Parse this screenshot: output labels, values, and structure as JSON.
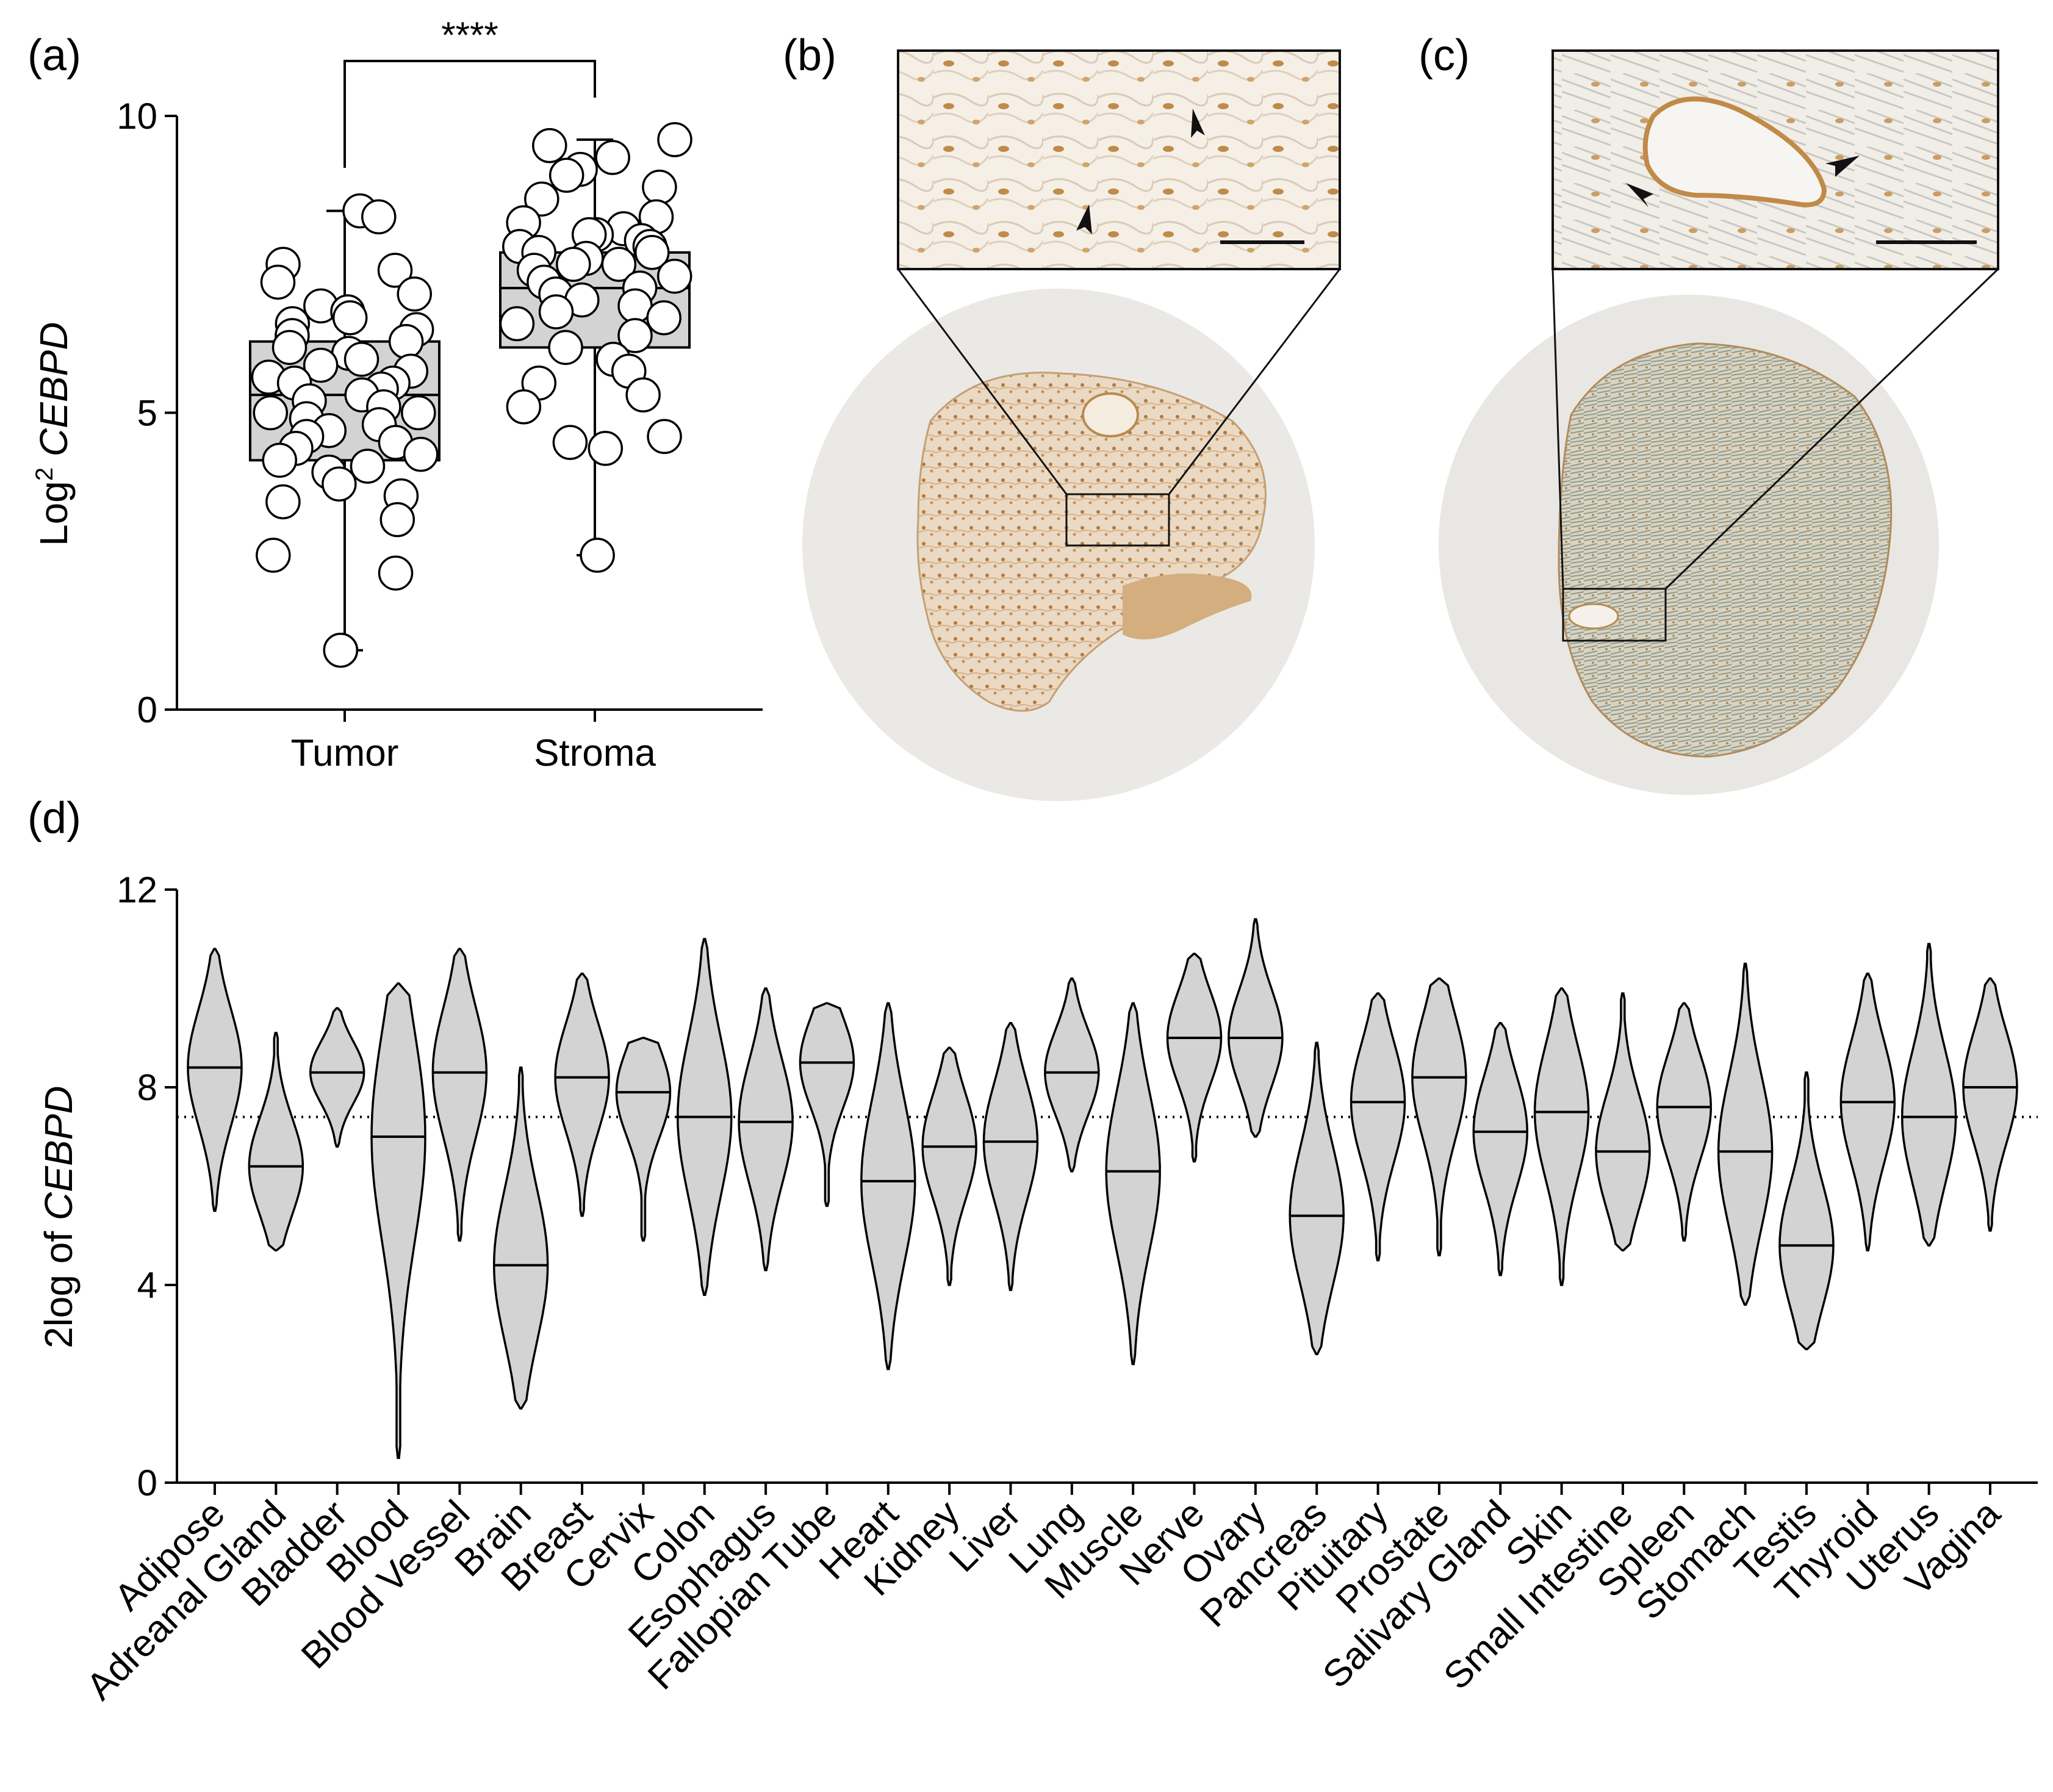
{
  "panel_labels": {
    "a": "(a)",
    "b": "(b)",
    "c": "(c)",
    "d": "(d)"
  },
  "chart_data": [
    {
      "type": "box",
      "ylabel_prefix": "Log",
      "ylabel_sup": "2",
      "ylabel_gene": "CEBPD",
      "ylim": [
        0,
        10
      ],
      "yticks": [
        "0",
        "5",
        "10"
      ],
      "categories": [
        "Tumor",
        "Stroma"
      ],
      "significance": "****",
      "boxes": [
        {
          "name": "Tumor",
          "min": 1.0,
          "q1": 4.2,
          "median": 5.3,
          "q3": 6.2,
          "max": 8.4,
          "points": [
            8.4,
            8.3,
            7.5,
            7.4,
            7.2,
            7.0,
            6.8,
            6.7,
            6.6,
            6.5,
            6.4,
            6.3,
            6.2,
            6.1,
            6.0,
            5.9,
            5.8,
            5.7,
            5.6,
            5.5,
            5.5,
            5.4,
            5.3,
            5.2,
            5.1,
            5.0,
            5.0,
            4.9,
            4.8,
            4.7,
            4.6,
            4.5,
            4.4,
            4.3,
            4.2,
            4.1,
            4.0,
            3.8,
            3.6,
            3.5,
            3.2,
            2.6,
            2.3,
            1.0,
            1.0
          ]
        },
        {
          "name": "Stroma",
          "min": 2.6,
          "q1": 6.1,
          "median": 7.1,
          "q3": 7.7,
          "max": 9.6,
          "points": [
            9.6,
            9.5,
            9.3,
            9.1,
            9.0,
            8.8,
            8.6,
            8.3,
            8.2,
            8.1,
            8.0,
            8.0,
            7.9,
            7.8,
            7.8,
            7.7,
            7.7,
            7.6,
            7.5,
            7.5,
            7.4,
            7.3,
            7.2,
            7.1,
            7.0,
            6.9,
            6.8,
            6.7,
            6.6,
            6.5,
            6.3,
            6.1,
            5.9,
            5.7,
            5.5,
            5.3,
            5.1,
            4.6,
            4.5,
            4.4,
            2.6
          ]
        }
      ]
    },
    {
      "type": "violin",
      "ylabel_prefix": "2log of",
      "ylabel_gene": "CEBPD",
      "ylim": [
        0,
        12
      ],
      "yticks": [
        "0",
        "4",
        "8",
        "12"
      ],
      "reference_line": 7.4,
      "categories": [
        "Adipose",
        "Adreanal Gland",
        "Bladder",
        "Blood",
        "Blood Vessel",
        "Brain",
        "Breast",
        "Cervix",
        "Colon",
        "Esophagus",
        "Fallopian Tube",
        "Heart",
        "Kidney",
        "Liver",
        "Lung",
        "Muscle",
        "Nerve",
        "Ovary",
        "Pancreas",
        "Pituitary",
        "Prostate",
        "Salivary Gland",
        "Skin",
        "Small Intestine",
        "Spleen",
        "Stomach",
        "Testis",
        "Thyroid",
        "Uterus",
        "Vagina"
      ],
      "series": [
        {
          "min": 5.5,
          "median": 8.4,
          "max": 10.8
        },
        {
          "min": 4.7,
          "median": 6.4,
          "max": 9.1
        },
        {
          "min": 6.8,
          "median": 8.3,
          "max": 9.6
        },
        {
          "min": 0.5,
          "median": 7.0,
          "max": 10.1
        },
        {
          "min": 4.9,
          "median": 8.3,
          "max": 10.8
        },
        {
          "min": 1.5,
          "median": 4.4,
          "max": 8.4
        },
        {
          "min": 5.4,
          "median": 8.2,
          "max": 10.3
        },
        {
          "min": 4.9,
          "median": 7.9,
          "max": 9.0
        },
        {
          "min": 3.8,
          "median": 7.4,
          "max": 11.0
        },
        {
          "min": 4.3,
          "median": 7.3,
          "max": 10.0
        },
        {
          "min": 5.6,
          "median": 8.5,
          "max": 9.7
        },
        {
          "min": 2.3,
          "median": 6.1,
          "max": 9.7
        },
        {
          "min": 4.0,
          "median": 6.8,
          "max": 8.8
        },
        {
          "min": 3.9,
          "median": 6.9,
          "max": 9.3
        },
        {
          "min": 6.3,
          "median": 8.3,
          "max": 10.2
        },
        {
          "min": 2.4,
          "median": 6.3,
          "max": 9.7
        },
        {
          "min": 6.5,
          "median": 9.0,
          "max": 10.7
        },
        {
          "min": 7.0,
          "median": 9.0,
          "max": 11.4
        },
        {
          "min": 2.6,
          "median": 5.4,
          "max": 8.9
        },
        {
          "min": 4.5,
          "median": 7.7,
          "max": 9.9
        },
        {
          "min": 4.6,
          "median": 8.2,
          "max": 10.2
        },
        {
          "min": 4.2,
          "median": 7.1,
          "max": 9.3
        },
        {
          "min": 4.0,
          "median": 7.5,
          "max": 10.0
        },
        {
          "min": 4.7,
          "median": 6.7,
          "max": 9.9
        },
        {
          "min": 4.9,
          "median": 7.6,
          "max": 9.7
        },
        {
          "min": 3.6,
          "median": 6.7,
          "max": 10.5
        },
        {
          "min": 2.7,
          "median": 4.8,
          "max": 8.3
        },
        {
          "min": 4.7,
          "median": 7.7,
          "max": 10.3
        },
        {
          "min": 4.8,
          "median": 7.4,
          "max": 10.9
        },
        {
          "min": 5.1,
          "median": 8.0,
          "max": 10.2
        }
      ]
    }
  ]
}
